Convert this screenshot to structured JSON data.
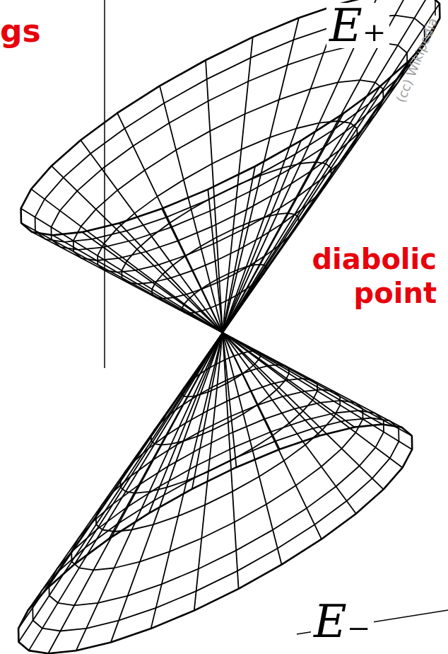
{
  "diagram": {
    "labels": [
      "gs",
      "E₊",
      "(cc) Wikipedia",
      "diabolic point",
      "E₋"
    ]
  }
}
